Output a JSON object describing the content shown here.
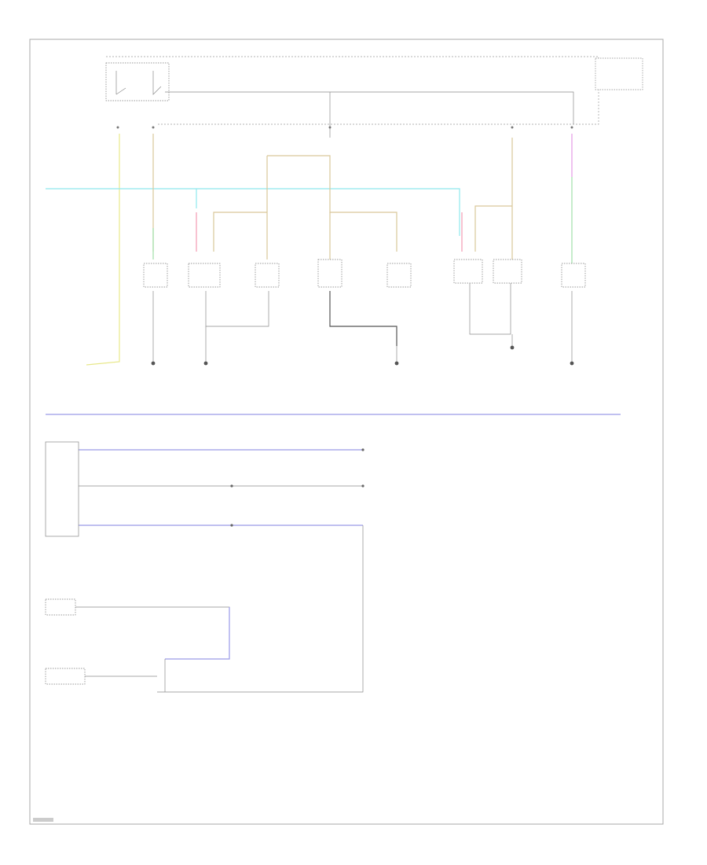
{
  "colors": {
    "yellow": "#e8e88a",
    "brown": "#d9c79a",
    "tan": "#e0cd9e",
    "cyan": "#8ee8ee",
    "pink": "#f29ab2",
    "green": "#9fe0a8",
    "violet": "#e49ae6",
    "blue": "#9a9ae8",
    "grey": "#8a8a8a",
    "border": "#aaaaaa"
  },
  "icons": [
    "ground-symbol",
    "connector-pin",
    "lamp-bulb",
    "switch-contact"
  ]
}
